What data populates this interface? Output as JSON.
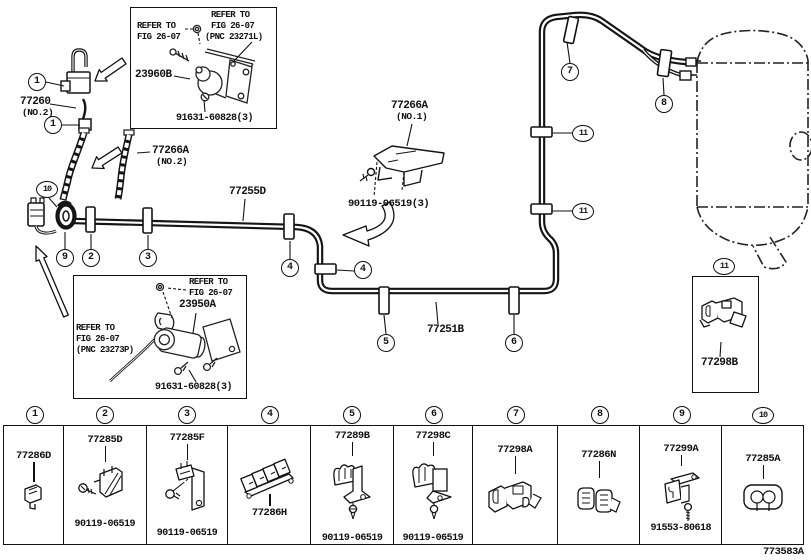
{
  "page": {
    "code": "773583A"
  },
  "diagram": {
    "callouts": [
      "1",
      "1",
      "10",
      "9",
      "2",
      "3",
      "4",
      "4",
      "5",
      "6",
      "7",
      "8",
      "11",
      "11",
      "11"
    ],
    "labels": {
      "l77260": "77260",
      "l77260_sub": "(NO.2)",
      "l77266a2": "77266A",
      "l77266a2_sub": "(NO.2)",
      "l77255d": "77255D",
      "l77266a1": "77266A",
      "l77266a1_sub": "(NO.1)",
      "l90119x3": "90119-06519(3)",
      "l77251b": "77251B",
      "l77298b": "77298B"
    },
    "inset_top": {
      "refer_left_1": "REFER TO",
      "refer_left_2": "FIG 26-07",
      "refer_right_1": "REFER TO",
      "refer_right_2": "FIG 26-07",
      "refer_right_3": "(PNC 23271L)",
      "part": "23960B",
      "bolt": "91631-60828(3)"
    },
    "inset_bottom": {
      "refer_top_1": "REFER TO",
      "refer_top_2": "FIG 26-07",
      "part": "23950A",
      "refer_left_1": "REFER TO",
      "refer_left_2": "FIG 26-07",
      "refer_left_3": "(PNC 23273P)",
      "bolt": "91631-60828(3)"
    }
  },
  "legend": {
    "columns": [
      {
        "num": "1",
        "part": "77286D"
      },
      {
        "num": "2",
        "part": "77285D",
        "bolt": "90119-06519"
      },
      {
        "num": "3",
        "part": "77285F",
        "bolt": "90119-06519"
      },
      {
        "num": "4",
        "part": "77286H"
      },
      {
        "num": "5",
        "part": "77289B",
        "bolt": "90119-06519"
      },
      {
        "num": "6",
        "part": "77298C",
        "bolt": "90119-06519"
      },
      {
        "num": "7",
        "part": "77298A"
      },
      {
        "num": "8",
        "part": "77286N"
      },
      {
        "num": "9",
        "part": "77299A",
        "bolt": "91553-80618"
      },
      {
        "num": "10",
        "part": "77285A"
      }
    ]
  }
}
